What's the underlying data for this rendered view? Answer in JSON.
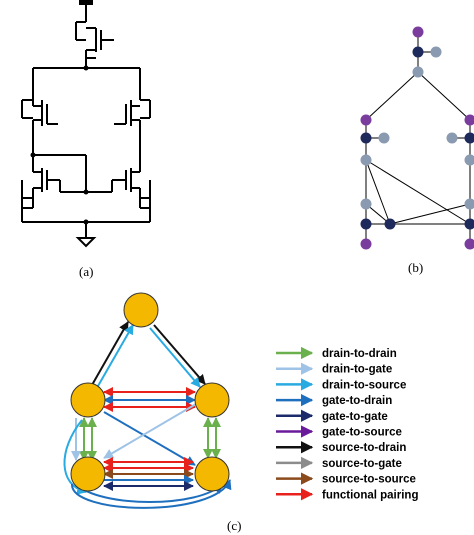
{
  "captions": {
    "a": "(a)",
    "b": "(b)",
    "c": "(c)"
  },
  "colors": {
    "node_dark": "#1f2a5c",
    "node_gray": "#8a9ab0",
    "node_purple": "#7a3d9e",
    "node_orange": "#f5b800"
  },
  "legend": [
    {
      "label": "drain-to-drain",
      "color": "#6ab04c"
    },
    {
      "label": "drain-to-gate",
      "color": "#9ec3e6"
    },
    {
      "label": "drain-to-source",
      "color": "#29abe2"
    },
    {
      "label": "gate-to-drain",
      "color": "#1f6fbf"
    },
    {
      "label": "gate-to-gate",
      "color": "#1b2a6b"
    },
    {
      "label": "gate-to-source",
      "color": "#6a1b9a"
    },
    {
      "label": "source-to-drain",
      "color": "#111111"
    },
    {
      "label": "source-to-gate",
      "color": "#8c8c8c"
    },
    {
      "label": "source-to-source",
      "color": "#8b4a1c"
    },
    {
      "label": "functional pairing",
      "color": "#e8211c"
    }
  ]
}
